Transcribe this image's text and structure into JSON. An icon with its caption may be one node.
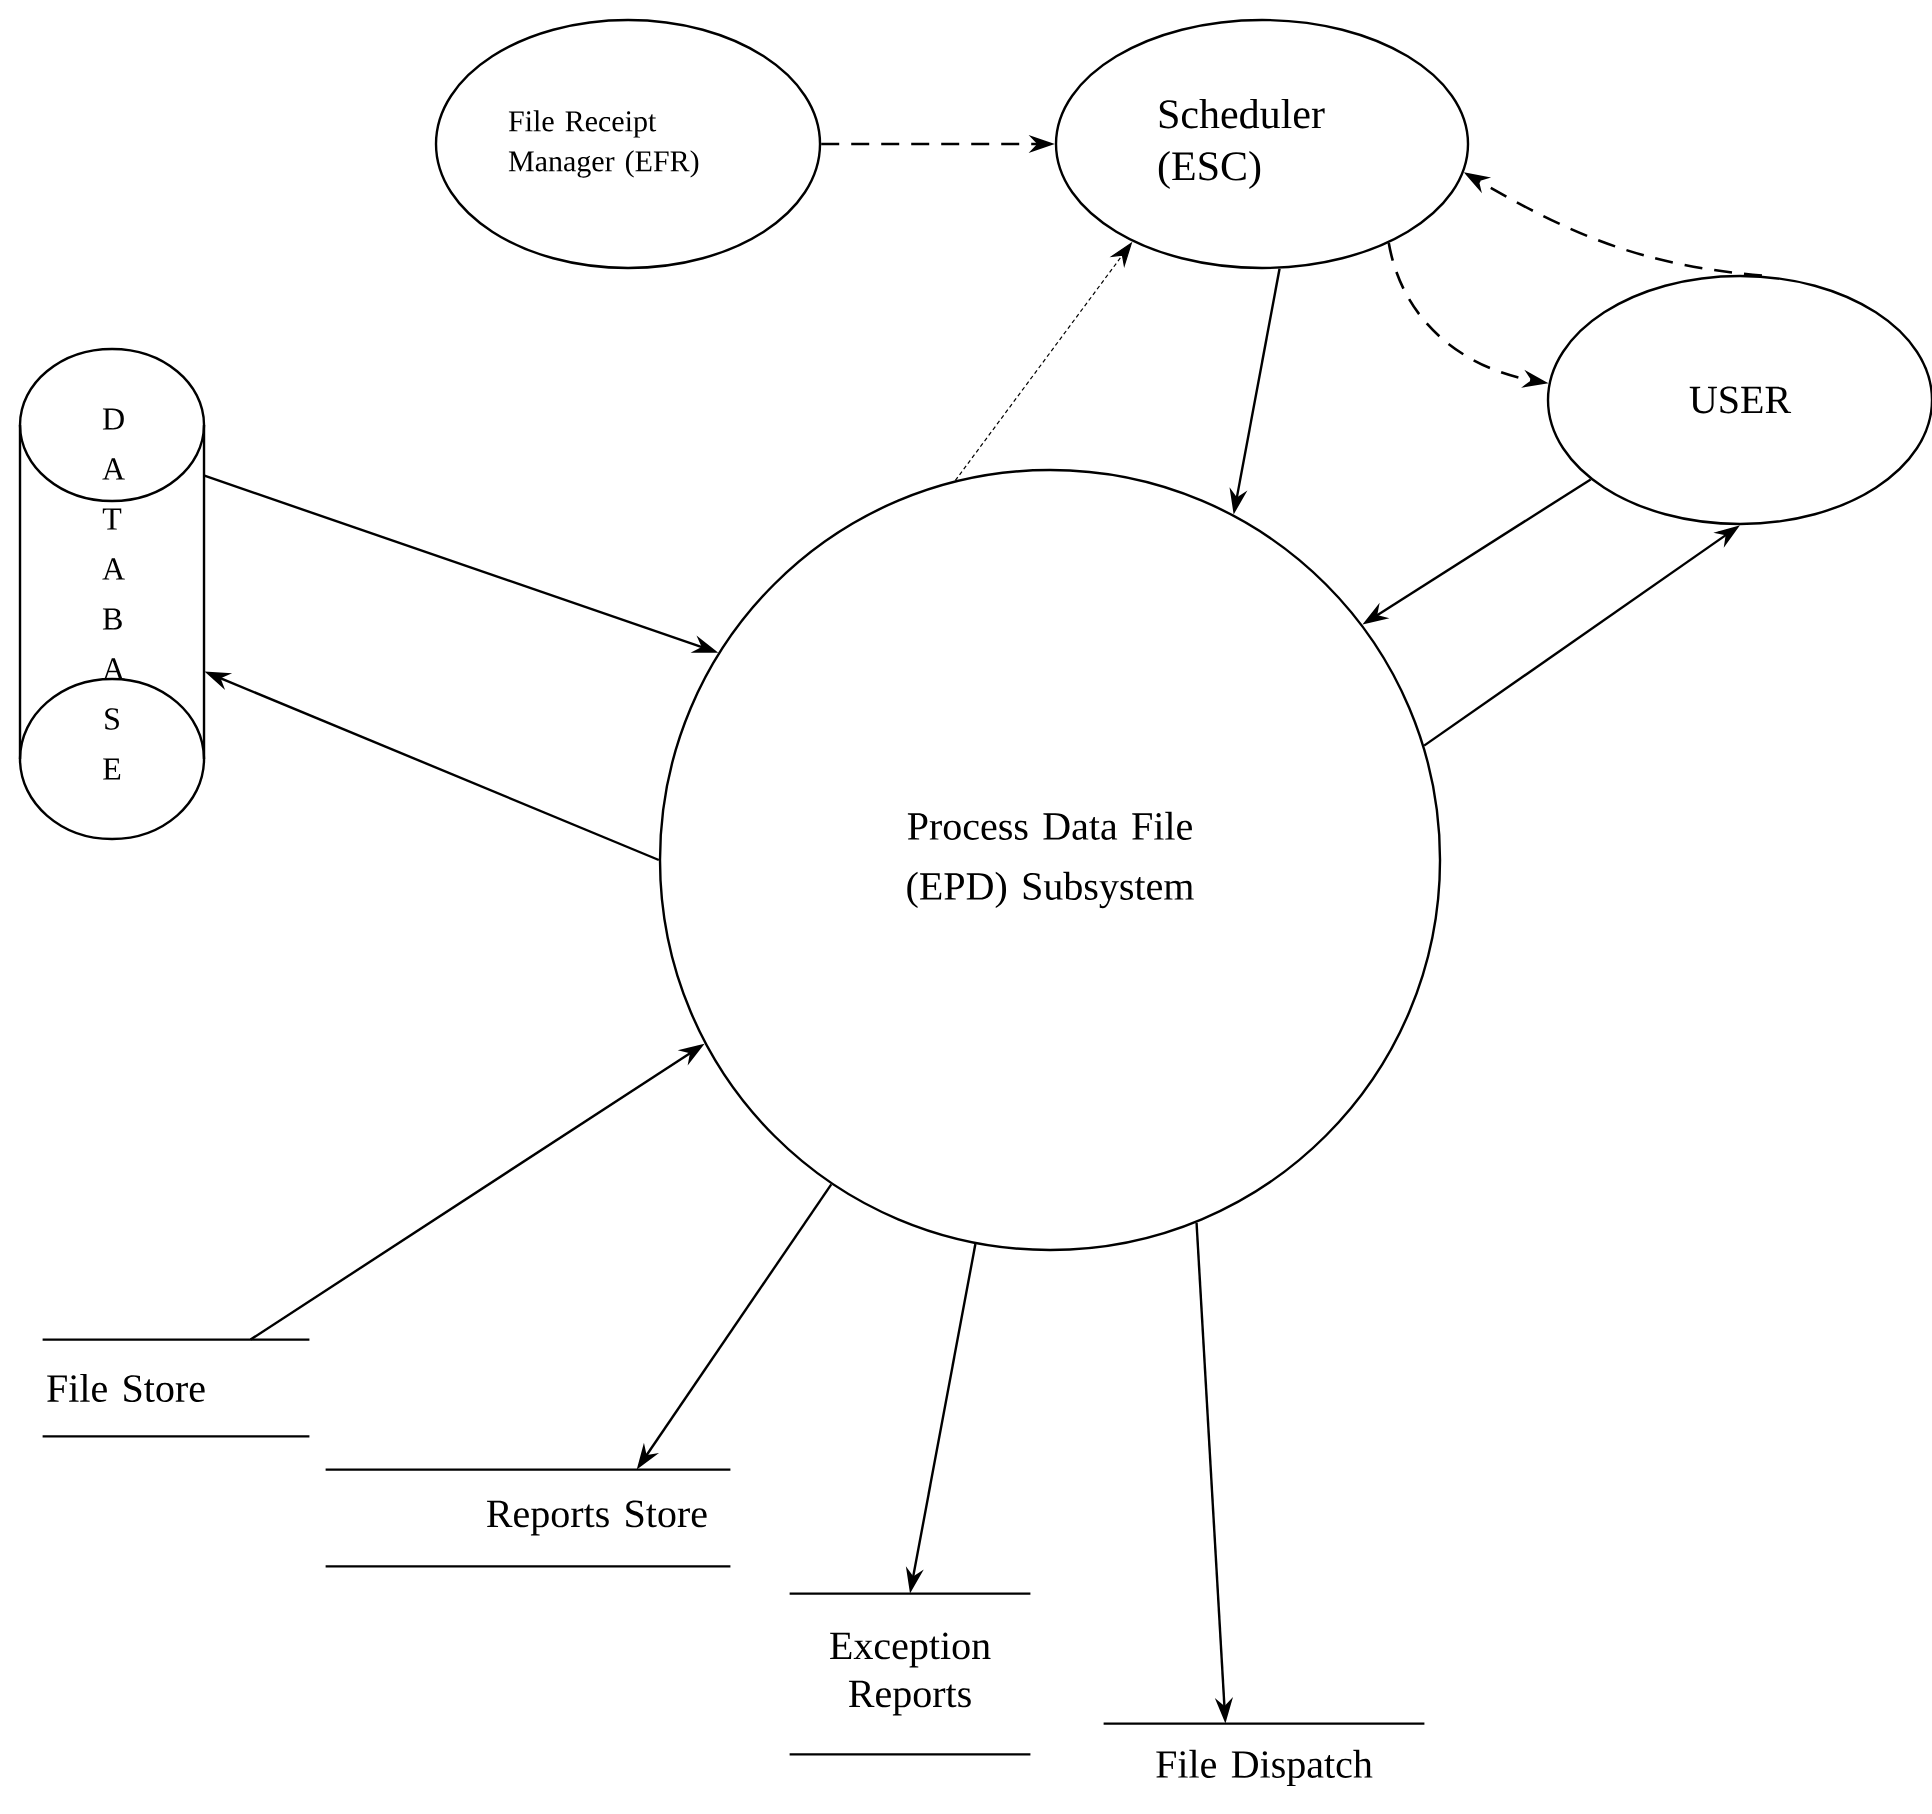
{
  "diagram": {
    "nodes": [
      {
        "text": [
          "File Receipt Manager (EFR)"
        ]
      },
      {
        "text": [
          "Scheduler (ESC)"
        ]
      },
      {
        "text": [
          "USER"
        ]
      },
      {
        "text": [
          "D A T A B A S E"
        ]
      },
      {
        "text": [
          "Process Data File (EPD) Subsystem"
        ]
      },
      {
        "text": [
          "File Store"
        ]
      },
      {
        "text": [
          "Reports Store"
        ]
      },
      {
        "text": [
          "Exception Reports"
        ]
      },
      {
        "text": [
          "File Dispatch"
        ]
      }
    ],
    "edges": [
      {
        "from": 0,
        "to": 1,
        "arrow": "to",
        "style": "dashed"
      },
      {
        "from": 1,
        "to": 2,
        "arrow": "to",
        "style": "dashed"
      },
      {
        "from": 2,
        "to": 1,
        "arrow": "to",
        "style": "dashed"
      },
      {
        "from": 4,
        "to": 1,
        "arrow": "to",
        "style": "dashed"
      },
      {
        "from": 1,
        "to": 4,
        "arrow": "to"
      },
      {
        "from": 2,
        "to": 4,
        "arrow": "to"
      },
      {
        "from": 4,
        "to": 2,
        "arrow": "to"
      },
      {
        "from": 3,
        "to": 4,
        "arrow": "to"
      },
      {
        "from": 4,
        "to": 3,
        "arrow": "to"
      },
      {
        "from": 5,
        "to": 4,
        "arrow": "to"
      },
      {
        "from": 4,
        "to": 6,
        "arrow": "to"
      },
      {
        "from": 4,
        "to": 7,
        "arrow": "to"
      },
      {
        "from": 4,
        "to": 8,
        "arrow": "to"
      }
    ]
  }
}
